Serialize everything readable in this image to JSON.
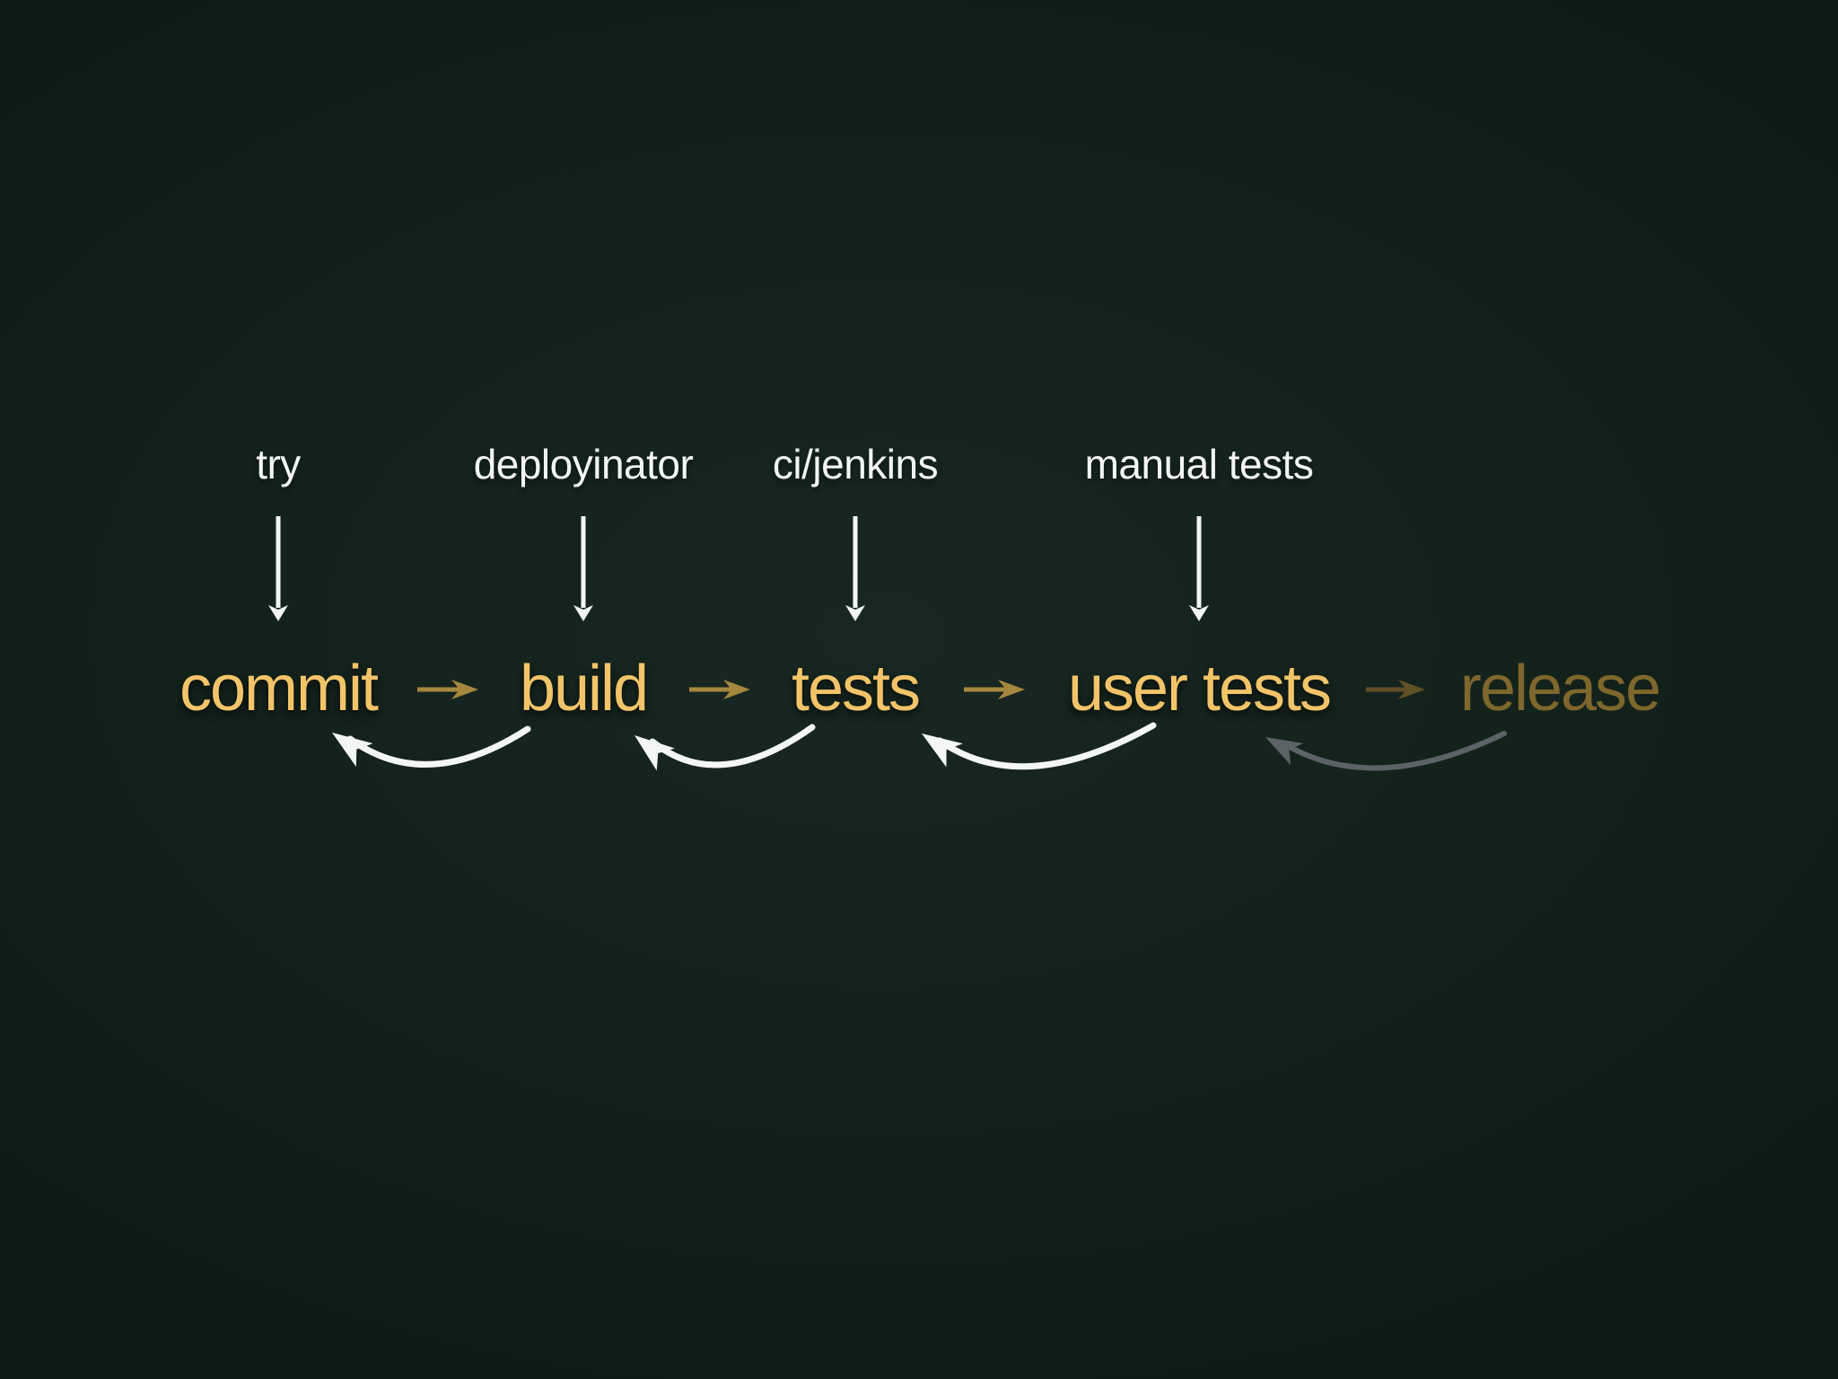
{
  "colors": {
    "background": "#13211b",
    "gold": "#f2c469",
    "gold_dim": "#7e672c",
    "arrow_gold": "#a5873e",
    "arrow_gold_dim": "#5f5026",
    "white": "#f4f6f3",
    "gray_arrow": "#5c6366"
  },
  "stages": [
    {
      "name": "commit",
      "tool": "try"
    },
    {
      "name": "build",
      "tool": "deployinator"
    },
    {
      "name": "tests",
      "tool": "ci/jenkins"
    },
    {
      "name": "user tests",
      "tool": "manual tests"
    },
    {
      "name": "release",
      "tool": ""
    }
  ]
}
